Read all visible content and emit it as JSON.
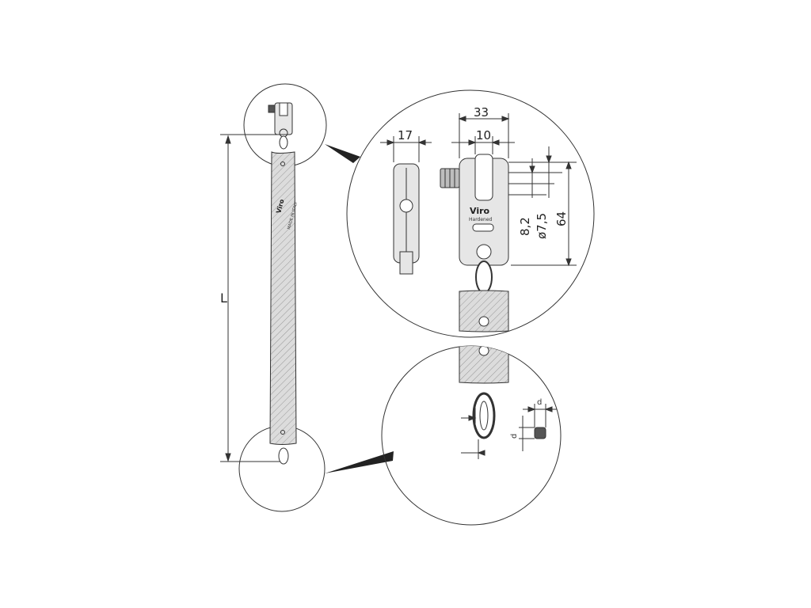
{
  "labels": {
    "length": "L",
    "width_top": "33",
    "slot": "10",
    "side_width": "17",
    "pin_a": "8,2",
    "pin_b": "ø7,5",
    "height": "64",
    "wire_d": "d",
    "wire_d2": "d"
  },
  "brand": {
    "name": "Viro",
    "sub": "Hardened",
    "made": "MADE IN ITALY"
  },
  "colors": {
    "line": "#333333",
    "fill": "#e6e6e6",
    "sleeve": "#d9d9d9"
  }
}
